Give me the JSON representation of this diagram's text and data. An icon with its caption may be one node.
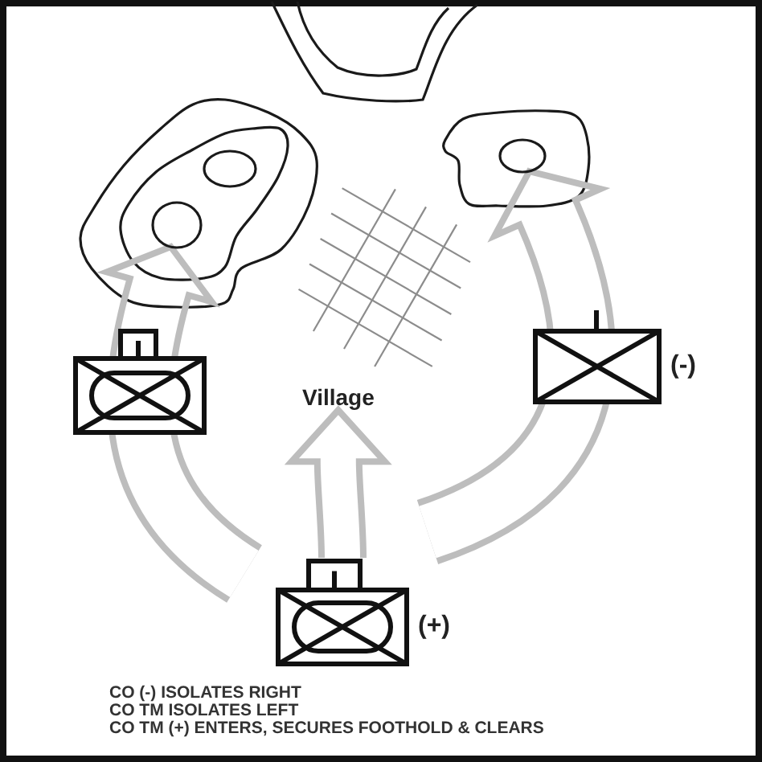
{
  "diagram": {
    "nodes": [
      {
        "text": [],
        "shape": "ellipse"
      },
      {
        "text": [],
        "shape": "ellipse"
      },
      {
        "text": [],
        "shape": "box"
      },
      {
        "text": [
          "Village"
        ]
      },
      {
        "text": [],
        "shape": "box",
        "beside": [
          "(-)"
        ]
      },
      {
        "text": [],
        "shape": "box",
        "beside": [
          "(+)"
        ]
      }
    ],
    "edges": [
      {
        "from": null,
        "to": 0,
        "arrow": "to"
      },
      {
        "from": null,
        "to": 1,
        "arrow": "to"
      },
      {
        "from": 5,
        "to": 3,
        "arrow": "to"
      }
    ],
    "labels": [
      "CO (-) ISOLATES RIGHT",
      "CO TM ISOLATES LEFT",
      "CO TM (+) ENTERS, SECURES FOOTHOLD & CLEARS"
    ]
  }
}
